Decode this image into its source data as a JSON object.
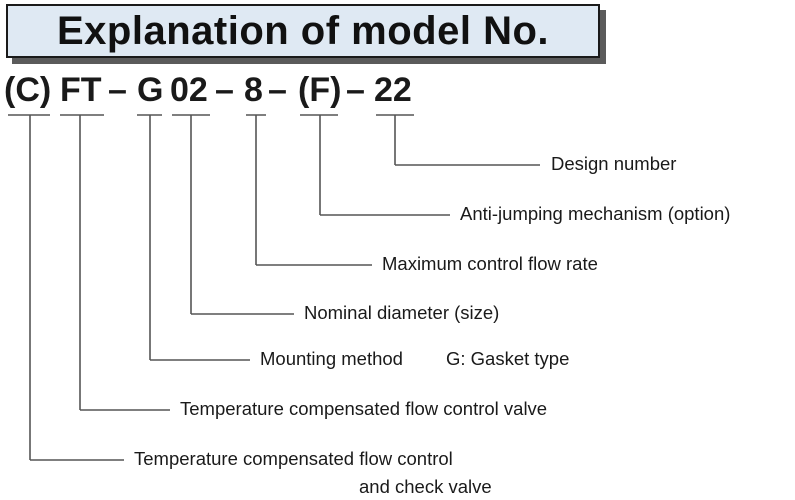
{
  "title": "Explanation of model No.",
  "code": {
    "c": "(C)",
    "ft": "FT",
    "dash1": "–",
    "g": "G",
    "size": "02",
    "dash2": "–",
    "flow": "8",
    "dash3": "–",
    "f": "(F)",
    "dash4": "–",
    "design": "22"
  },
  "descriptions": {
    "design": "Design number",
    "anti_jump": "Anti-jumping mechanism (option)",
    "max_flow": "Maximum control flow rate",
    "nominal": "Nominal diameter (size)",
    "mounting": "Mounting method",
    "mounting_type": "G: Gasket type",
    "temp_valve": "Temperature compensated flow control valve",
    "temp_check_line1": "Temperature compensated flow control",
    "temp_check_line2": "and check valve"
  }
}
